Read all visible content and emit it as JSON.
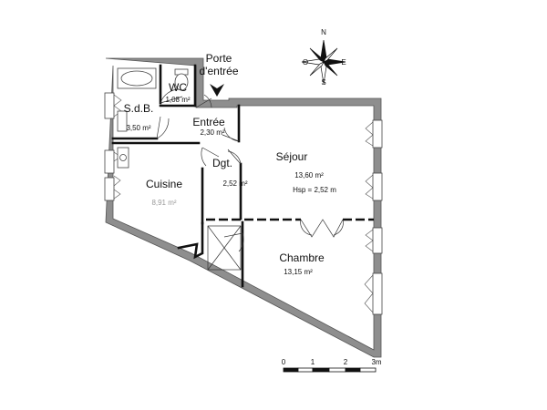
{
  "rooms": {
    "sdb": {
      "name": "S.d.B.",
      "area": "3,50 m²"
    },
    "wc": {
      "name": "WC",
      "area": "1,08 m²"
    },
    "entree": {
      "name": "Entrée",
      "area": "2,30 m²"
    },
    "sejour": {
      "name": "Séjour",
      "area": "13,60 m²",
      "height": "Hsp = 2,52 m"
    },
    "cuisine": {
      "name": "Cuisine",
      "area": "8,91 m²"
    },
    "dgt": {
      "name": "Dgt.",
      "area": "2,52 m²"
    },
    "chambre": {
      "name": "Chambre",
      "area": "13,15 m²"
    }
  },
  "door_label": {
    "line1": "Porte",
    "line2": "d'entrée"
  },
  "compass": {
    "n": "N",
    "s": "S",
    "e": "E",
    "o": "O"
  },
  "scale": {
    "labels": [
      "0",
      "1",
      "2",
      "3m"
    ]
  },
  "colors": {
    "wall": "#8e8e8e",
    "wall_edge": "#555555",
    "line": "#111111"
  }
}
